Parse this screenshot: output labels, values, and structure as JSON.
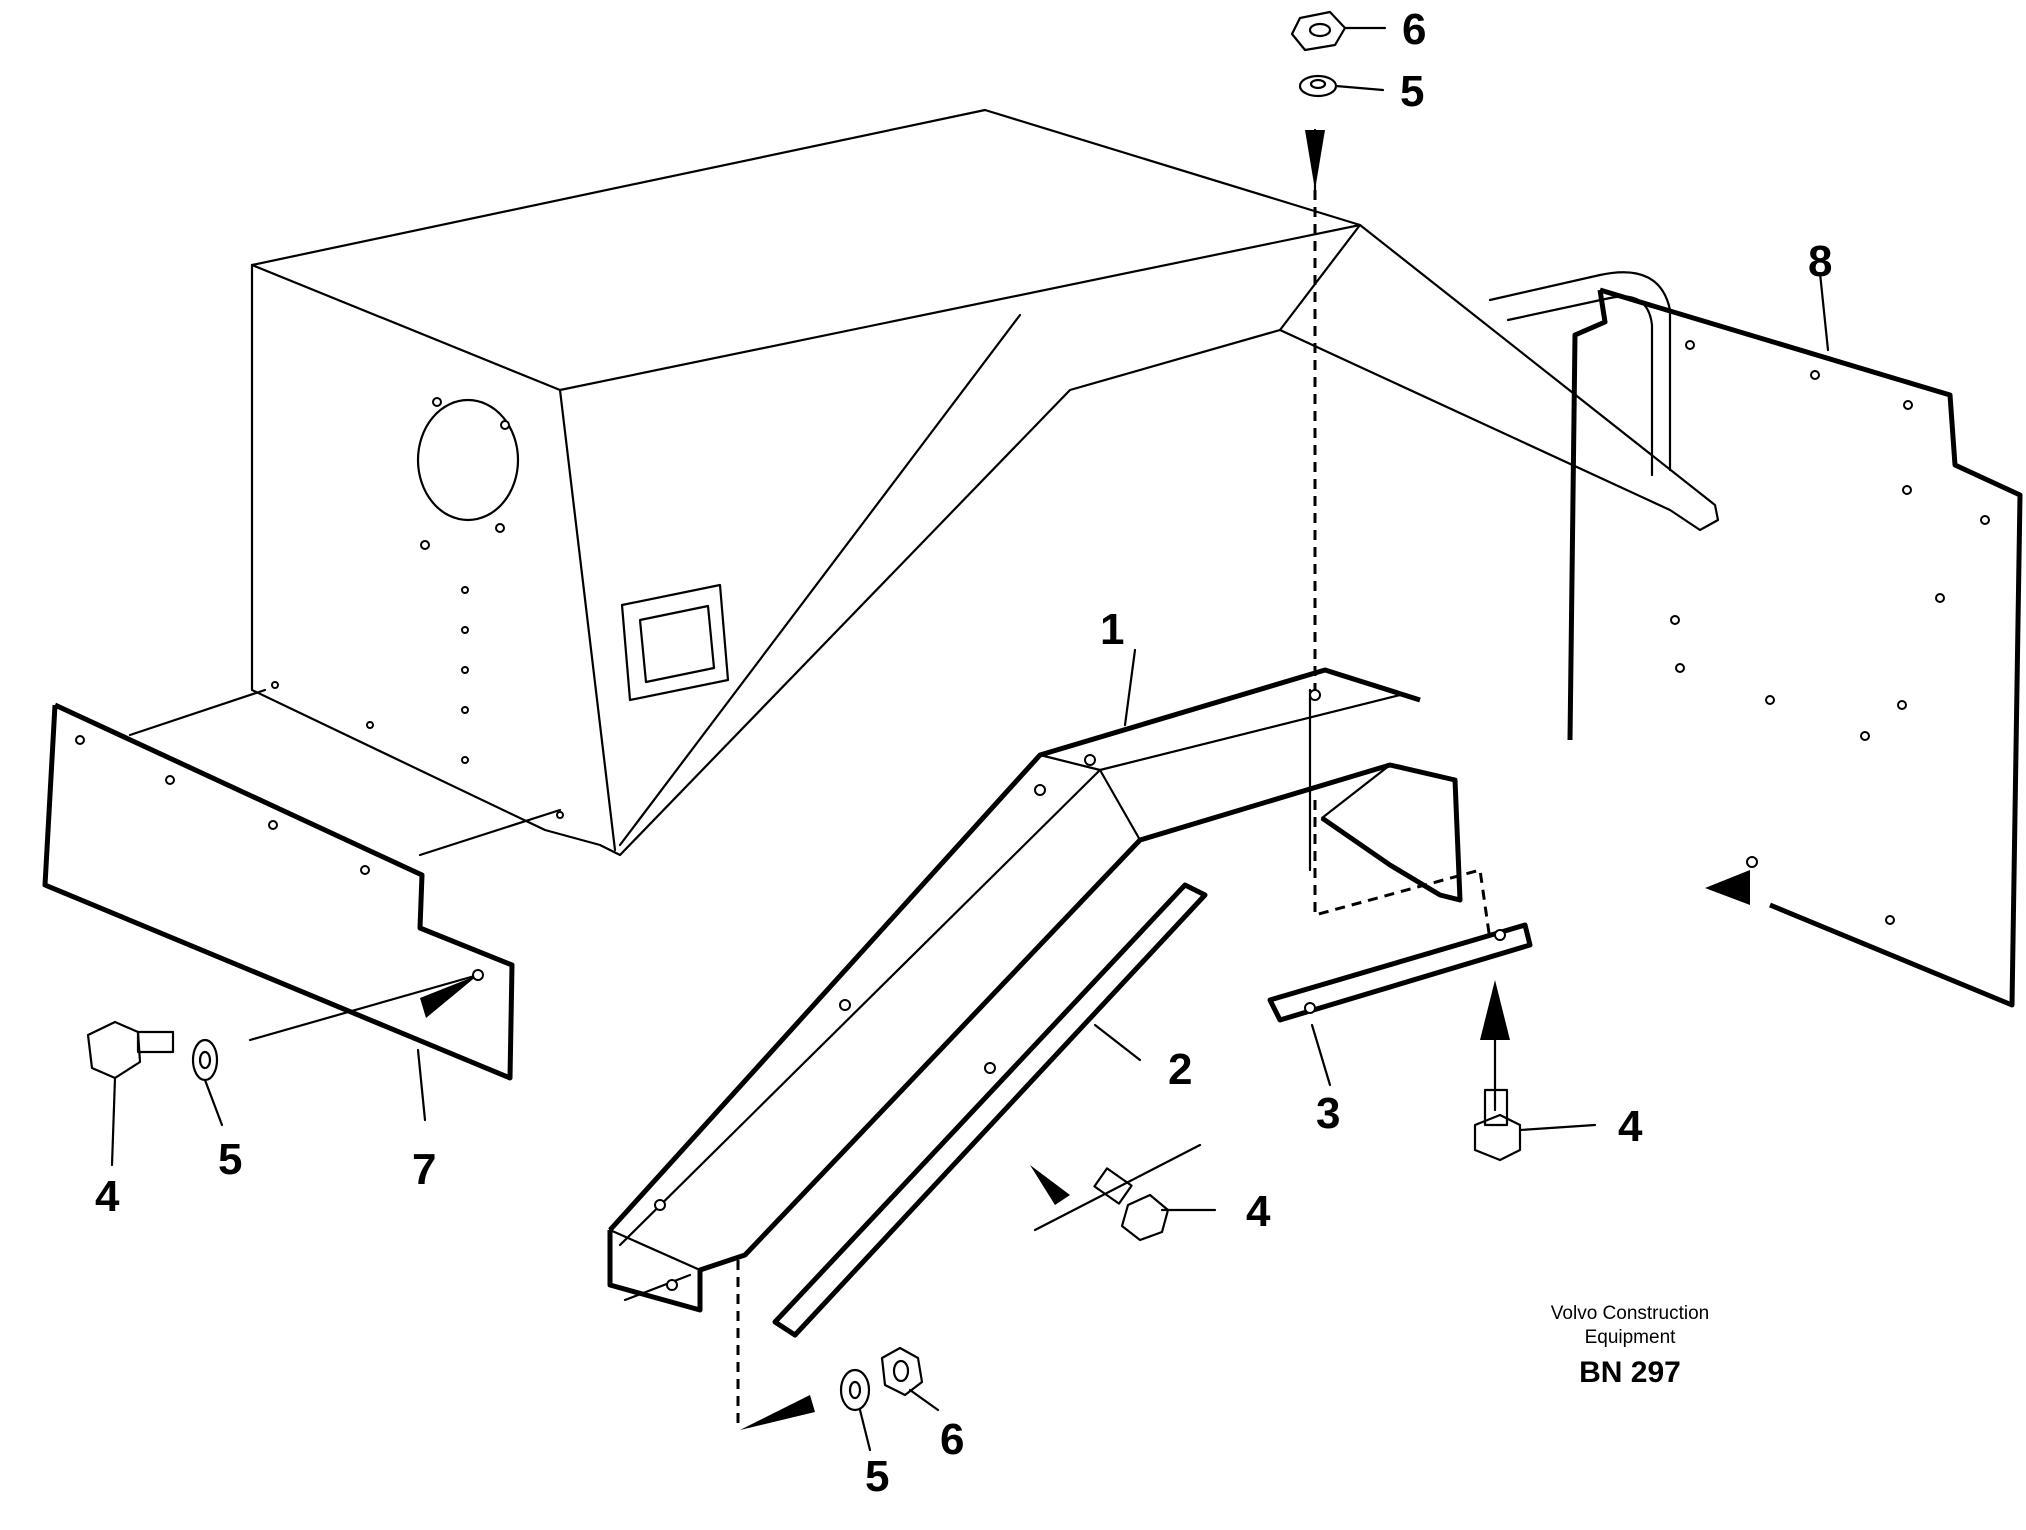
{
  "callouts": {
    "p6_top": "6",
    "p5_top": "5",
    "p8": "8",
    "p1": "1",
    "p2": "2",
    "p3": "3",
    "p4_right": "4",
    "p4_mid": "4",
    "p4_left": "4",
    "p5_left": "5",
    "p7": "7",
    "p5_bottom": "5",
    "p6_bottom": "6"
  },
  "credit": {
    "line1": "Volvo Construction",
    "line2": "Equipment",
    "code": "BN 297"
  }
}
